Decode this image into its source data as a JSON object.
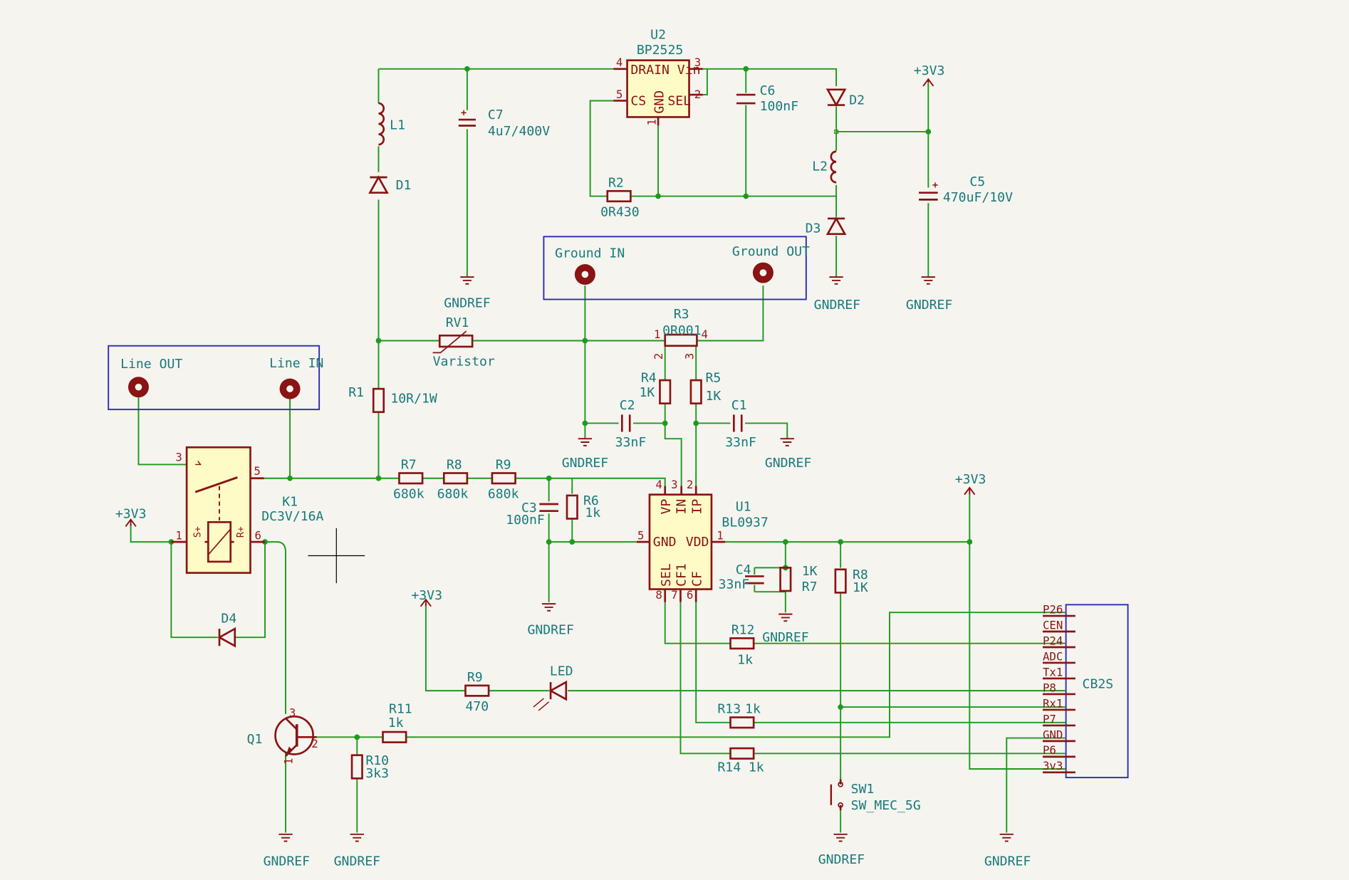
{
  "components": {
    "U2": {
      "ref": "U2",
      "value": "BP2525",
      "pins": {
        "drain_vin": "DRAIN Vin",
        "cs": "CS",
        "gnd": "GND",
        "sel": "SEL"
      },
      "pin_numbers": {
        "p1": "1",
        "p2": "2",
        "p3": "3",
        "p4": "4",
        "p5": "5"
      }
    },
    "U1": {
      "ref": "U1",
      "value": "BL0937",
      "pins": {
        "vp": "VP",
        "in": "IN",
        "ip": "IP",
        "gnd": "GND",
        "vdd": "VDD",
        "sel": "SEL",
        "cf1": "CF1",
        "cf": "CF"
      },
      "pin_numbers": {
        "p1": "1",
        "p2": "2",
        "p3": "3",
        "p4": "4",
        "p5": "5",
        "p6": "6",
        "p7": "7",
        "p8": "8"
      }
    },
    "K1": {
      "ref": "K1",
      "value": "DC3V/16A",
      "pins": {
        "s_plus": "S+",
        "r_plus": "R+"
      },
      "pin_numbers": {
        "p1": "1",
        "p3": "3",
        "p5": "5",
        "p6": "6"
      }
    },
    "Q1": {
      "ref": "Q1",
      "pin_numbers": {
        "p1": "1",
        "p2": "2",
        "p3": "3"
      }
    },
    "C7": {
      "ref": "C7",
      "value": "4u7/400V"
    },
    "C6": {
      "ref": "C6",
      "value": "100nF"
    },
    "C5": {
      "ref": "C5",
      "value": "470uF/10V"
    },
    "C3": {
      "ref": "C3",
      "value": "100nF"
    },
    "C2": {
      "ref": "C2",
      "value": "33nF"
    },
    "C1": {
      "ref": "C1",
      "value": "33nF"
    },
    "C4": {
      "ref": "C4",
      "value": "33nF"
    },
    "L1": {
      "ref": "L1"
    },
    "L2": {
      "ref": "L2"
    },
    "D1": {
      "ref": "D1"
    },
    "D2": {
      "ref": "D2"
    },
    "D3": {
      "ref": "D3"
    },
    "D4": {
      "ref": "D4"
    },
    "LED": {
      "ref": "LED"
    },
    "R1": {
      "ref": "R1",
      "value": "10R/1W"
    },
    "R2": {
      "ref": "R2",
      "value": "0R430"
    },
    "R3": {
      "ref": "R3",
      "value": "0R001",
      "pin_numbers": {
        "p1": "1",
        "p2": "2",
        "p3": "3",
        "p4": "4"
      }
    },
    "R4": {
      "ref": "R4",
      "value": "1K"
    },
    "R5": {
      "ref": "R5",
      "value": "1K"
    },
    "R6": {
      "ref": "R6",
      "value": "1k"
    },
    "R7a": {
      "ref": "R7",
      "value": "680k"
    },
    "R8a": {
      "ref": "R8",
      "value": "680k"
    },
    "R9a": {
      "ref": "R9",
      "value": "680k"
    },
    "R7b": {
      "ref": "R7",
      "value": "1K"
    },
    "R8b": {
      "ref": "R8",
      "value": "1K"
    },
    "R9b": {
      "ref": "R9",
      "value": "470"
    },
    "R10": {
      "ref": "R10",
      "value": "3k3"
    },
    "R11": {
      "ref": "R11",
      "value": "1k"
    },
    "R12": {
      "ref": "R12",
      "value": "1k"
    },
    "R13": {
      "ref": "R13",
      "value": "1k"
    },
    "R14": {
      "ref": "R14",
      "value": "1k"
    },
    "RV1": {
      "ref": "RV1",
      "value": "Varistor"
    },
    "SW1": {
      "ref": "SW1",
      "value": "SW_MEC_5G"
    },
    "CB2S": {
      "ref": "CB2S",
      "pins": [
        "P26",
        "CEN",
        "P24",
        "ADC",
        "Tx1",
        "P8",
        "Rx1",
        "P7",
        "GND",
        "P6",
        "3v3"
      ]
    }
  },
  "connectors": {
    "ground_in": "Ground IN",
    "ground_out": "Ground OUT",
    "line_out": "Line OUT",
    "line_in": "Line IN"
  },
  "power": {
    "v3v3": "+3V3",
    "gndref": "GNDREF"
  },
  "colors": {
    "wire": "#1f9a1f",
    "symbol": "#8a1313",
    "symbol_fill": "#fefbc7",
    "label": "#187a7a",
    "box": "#2f2fb0",
    "background": "#f5f4ef"
  }
}
